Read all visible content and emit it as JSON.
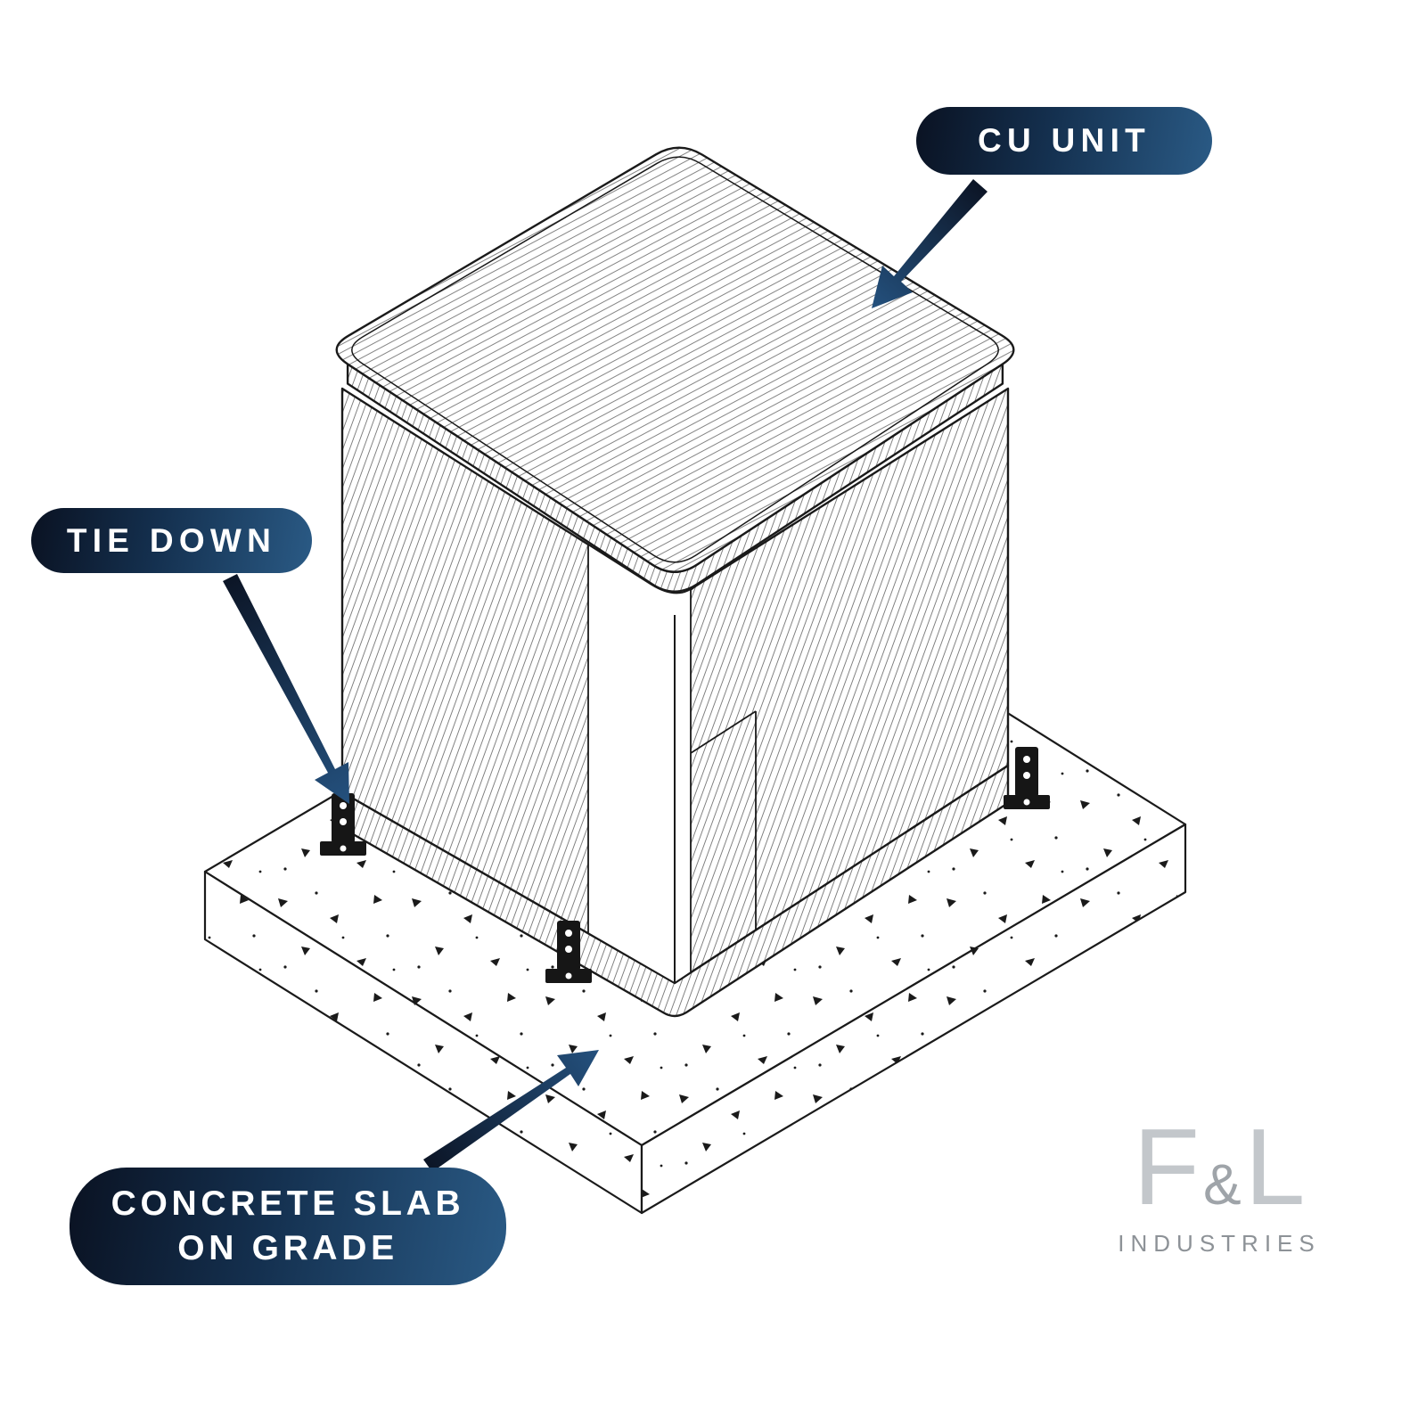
{
  "annotations": {
    "cu_unit": {
      "label": "CU UNIT"
    },
    "tie_down": {
      "label": "TIE DOWN"
    },
    "concrete_slab": {
      "line1": "CONCRETE SLAB",
      "line2": "ON GRADE"
    }
  },
  "logo": {
    "letter_f": "F",
    "ampersand": "&",
    "letter_l": "L",
    "subtitle": "INDUSTRIES"
  },
  "colors": {
    "background": "#ffffff",
    "label_pill_dark": "#0a1222",
    "label_pill_mid": "#14304f",
    "label_pill_light": "#2a5a85",
    "label_text": "#ffffff",
    "line_art": "#1a1a1a",
    "hatch_lines": "#6e6e6e",
    "logo_letters": "#c3c7cb",
    "logo_subtitle": "#8d9297"
  }
}
